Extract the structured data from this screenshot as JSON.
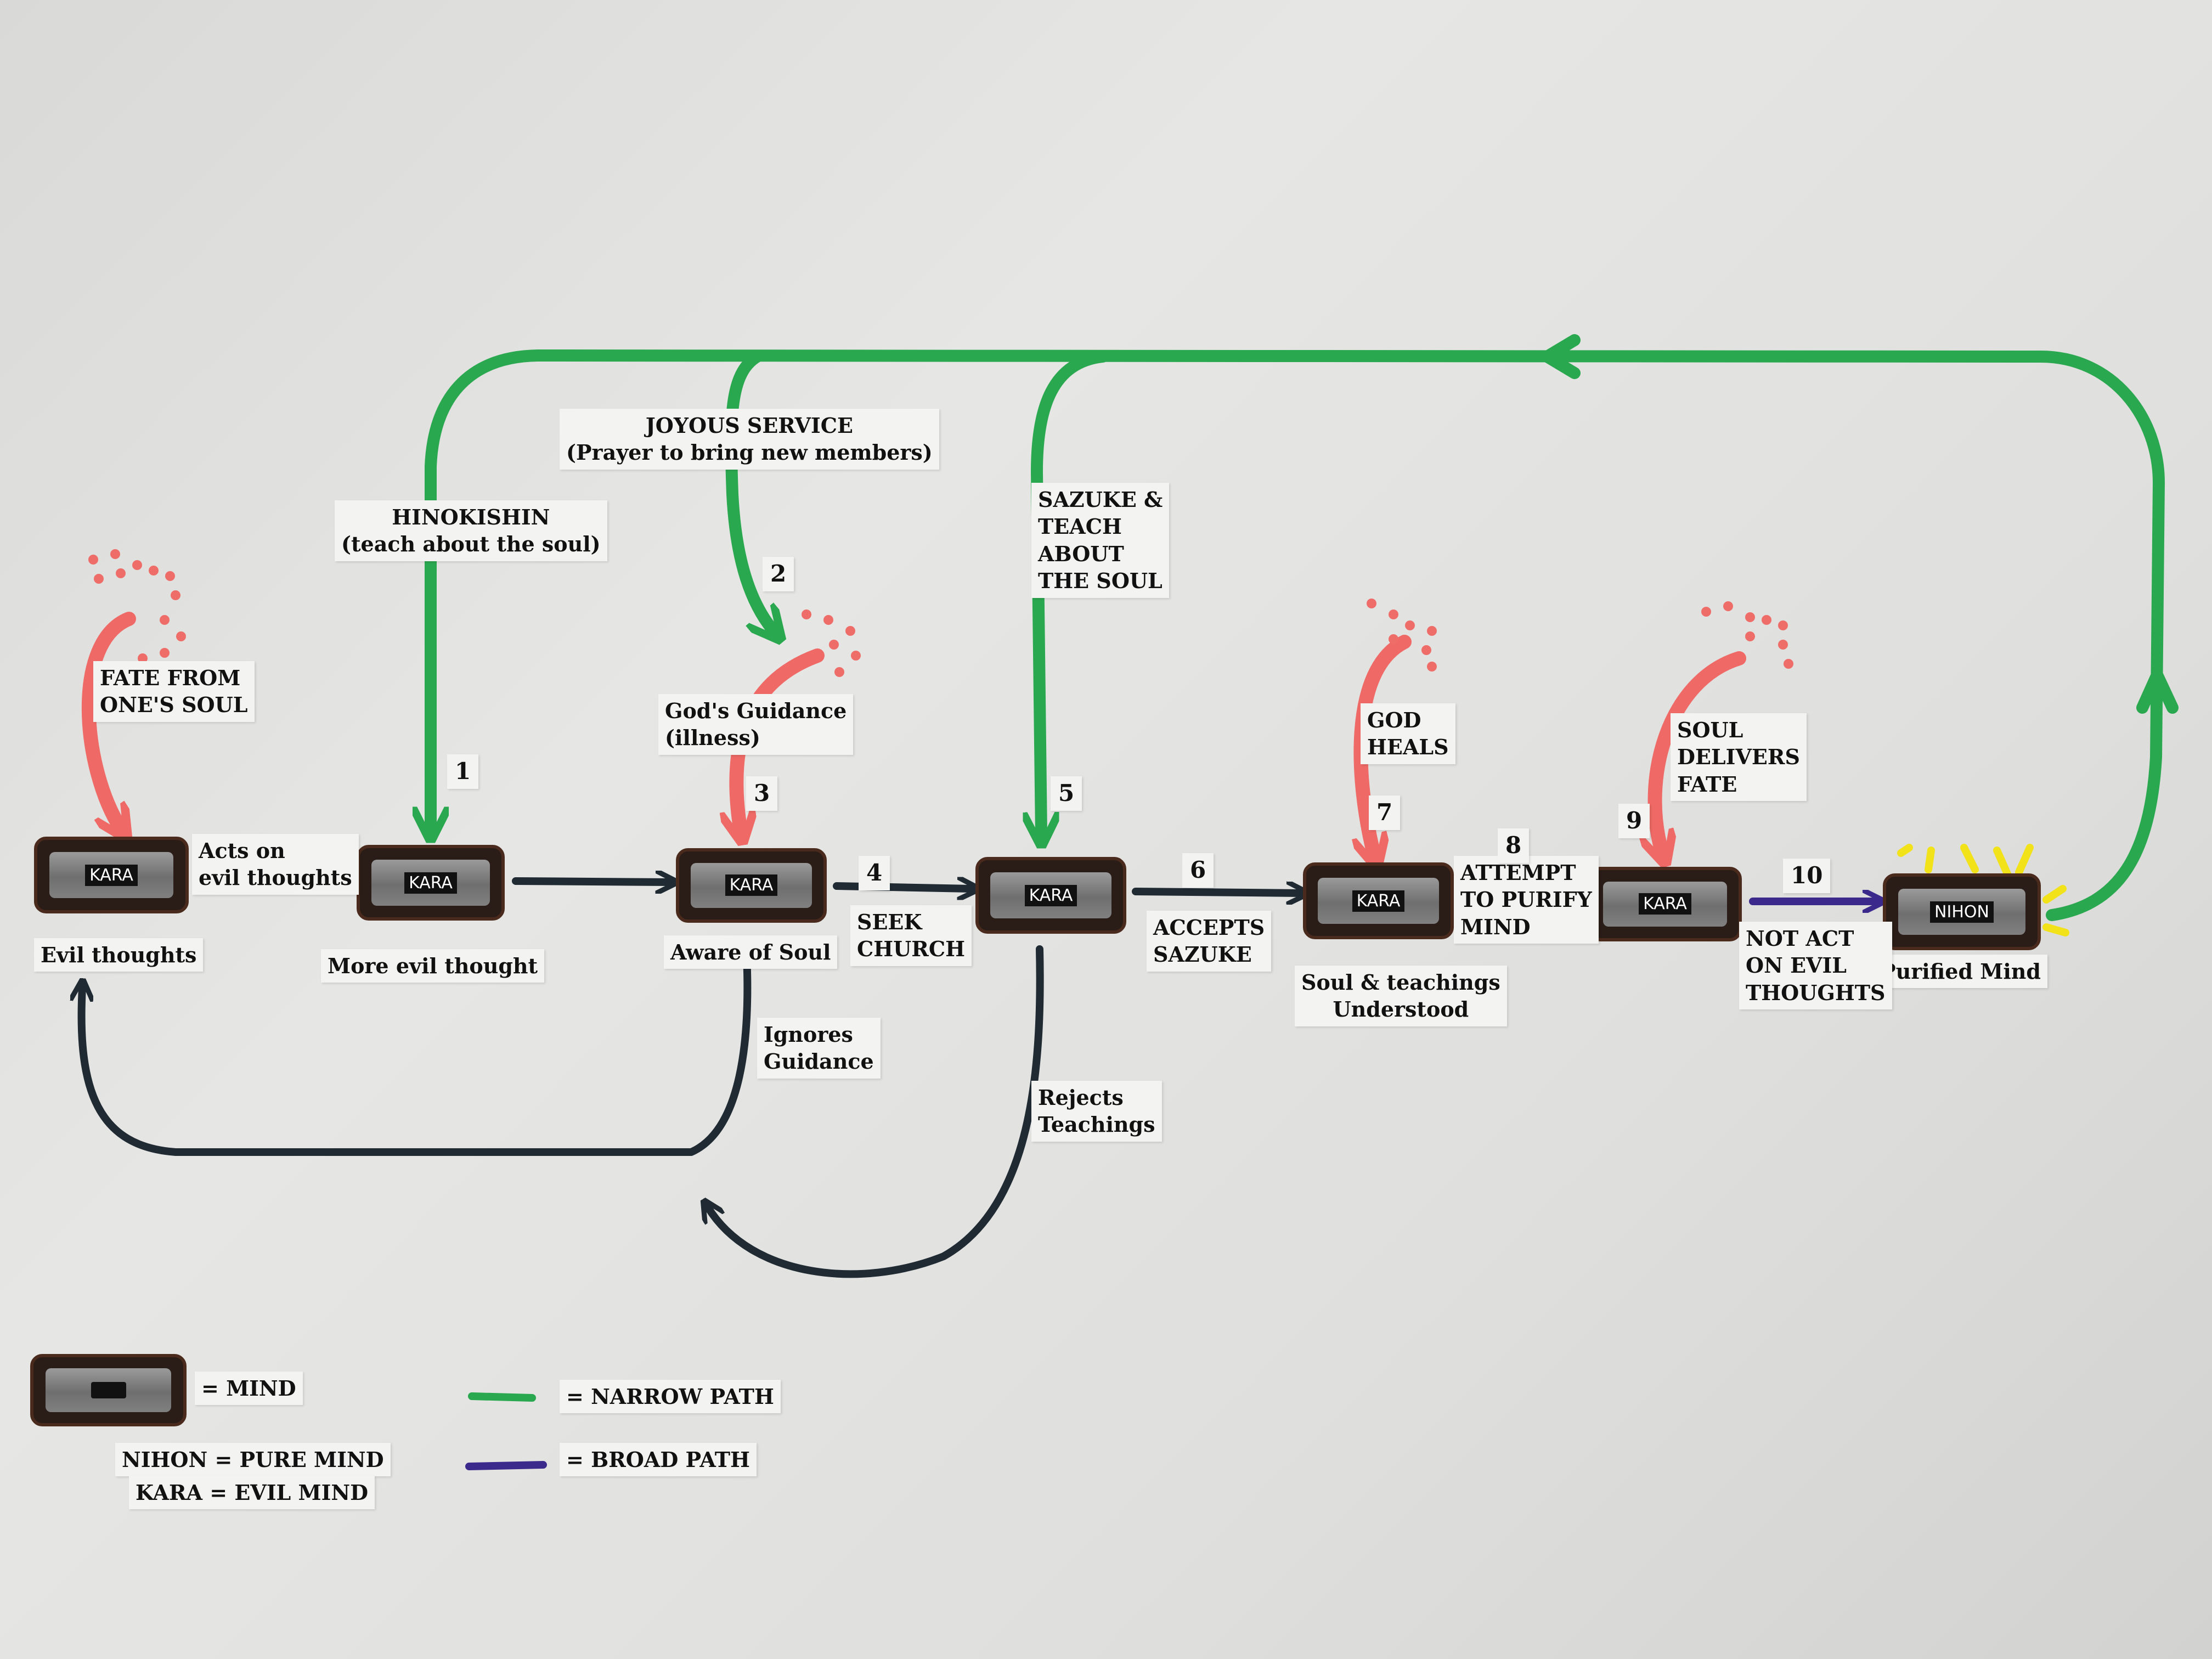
{
  "colors": {
    "narrow_path": "#2aa84f",
    "broad_path": "#3b2a8c",
    "dark_arrow": "#1f2a33",
    "fate_arrow": "#ef6a66",
    "glow": "#f2e21a"
  },
  "boxes": {
    "b1": "KARA",
    "b2": "KARA",
    "b3": "KARA",
    "b4": "KARA",
    "b5": "KARA",
    "b6": "KARA",
    "b7": "NIHON"
  },
  "labels": {
    "evil_thoughts": "Evil thoughts",
    "more_evil_thought": "More evil thought",
    "aware_of_soul": "Aware of Soul",
    "understood_1": "Soul & teachings",
    "understood_2": "Understood",
    "purified_mind": "Purified Mind",
    "acts_on_1": "Acts on",
    "acts_on_2": "evil thoughts",
    "seek_1": "SEEK",
    "seek_2": "CHURCH",
    "accepts_1": "ACCEPTS",
    "accepts_2": "SAZUKE",
    "attempt_1": "ATTEMPT",
    "attempt_2": "TO PURIFY",
    "attempt_3": "MIND",
    "not_act_1": "NOT ACT",
    "not_act_2": "ON EVIL",
    "not_act_3": "THOUGHTS",
    "fate_1": "FATE FROM",
    "fate_2": "ONE'S SOUL",
    "guidance_1": "God's Guidance",
    "guidance_2": "(illness)",
    "god_heals_1": "GOD",
    "god_heals_2": "HEALS",
    "soul_delivers_1": "SOUL",
    "soul_delivers_2": "DELIVERS",
    "soul_delivers_3": "FATE",
    "hinokishin_1": "HINOKISHIN",
    "hinokishin_2": "(teach about the soul)",
    "joyous_1": "JOYOUS SERVICE",
    "joyous_2": "(Prayer to bring new members)",
    "sazuke_1": "SAZUKE &",
    "sazuke_2": "TEACH",
    "sazuke_3": "ABOUT",
    "sazuke_4": "THE SOUL",
    "ignores_1": "Ignores",
    "ignores_2": "Guidance",
    "rejects_1": "Rejects",
    "rejects_2": "Teachings"
  },
  "numbers": {
    "n1": "1",
    "n2": "2",
    "n3": "3",
    "n4": "4",
    "n5": "5",
    "n6": "6",
    "n7": "7",
    "n8": "8",
    "n9": "9",
    "n10": "10"
  },
  "legend": {
    "mind": "= MIND",
    "narrow": "= NARROW PATH",
    "broad": "= BROAD PATH",
    "nihon": "NIHON = PURE MIND",
    "kara": "KARA = EVIL MIND"
  }
}
